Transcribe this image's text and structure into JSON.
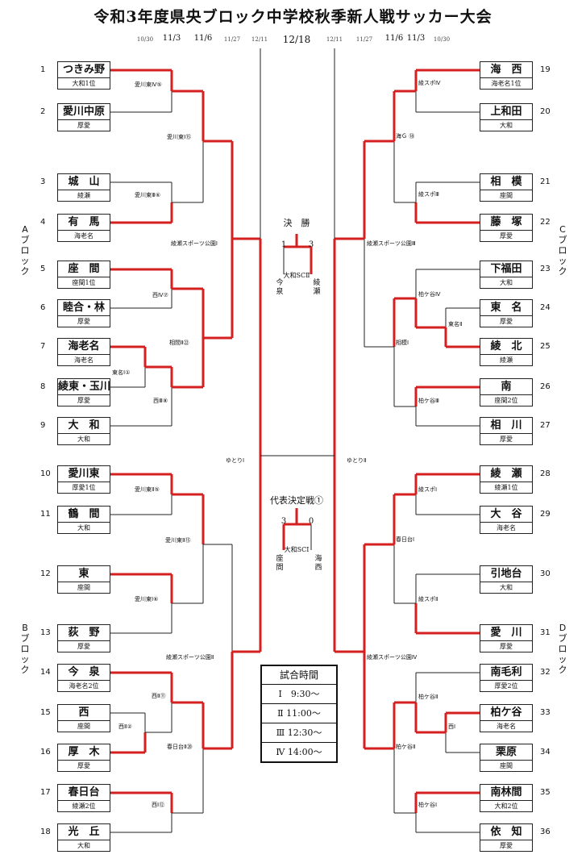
{
  "title": "令和3年度県央ブロック中学校秋季新人戦サッカー大会",
  "dates": {
    "left": [
      "10/30",
      "11/3",
      "11/6",
      "11/27",
      "12/11"
    ],
    "center": "12/18",
    "right": [
      "12/11",
      "11/27",
      "11/6",
      "11/3",
      "10/30"
    ]
  },
  "blocks": {
    "A": "Aブロック",
    "B": "Bブロック",
    "C": "Cブロック",
    "D": "Dブロック"
  },
  "left_teams": [
    {
      "num": "1",
      "name": "つきみ野",
      "sub": "大和1位"
    },
    {
      "num": "2",
      "name": "愛川中原",
      "sub": "厚愛"
    },
    {
      "num": "3",
      "name": "城　山",
      "sub": "綾瀬"
    },
    {
      "num": "4",
      "name": "有　馬",
      "sub": "海老名"
    },
    {
      "num": "5",
      "name": "座　間",
      "sub": "座間1位"
    },
    {
      "num": "6",
      "name": "睦合・林",
      "sub": "厚愛"
    },
    {
      "num": "7",
      "name": "海老名",
      "sub": "海老名"
    },
    {
      "num": "8",
      "name": "綾東・玉川",
      "sub": "厚愛"
    },
    {
      "num": "9",
      "name": "大　和",
      "sub": "大和"
    },
    {
      "num": "10",
      "name": "愛川東",
      "sub": "厚愛1位"
    },
    {
      "num": "11",
      "name": "鶴　間",
      "sub": "大和"
    },
    {
      "num": "12",
      "name": "東",
      "sub": "座間"
    },
    {
      "num": "13",
      "name": "荻　野",
      "sub": "厚愛"
    },
    {
      "num": "14",
      "name": "今　泉",
      "sub": "海老名2位"
    },
    {
      "num": "15",
      "name": "西",
      "sub": "座間"
    },
    {
      "num": "16",
      "name": "厚　木",
      "sub": "厚愛"
    },
    {
      "num": "17",
      "name": "春日台",
      "sub": "綾瀬2位"
    },
    {
      "num": "18",
      "name": "光　丘",
      "sub": "大和"
    }
  ],
  "right_teams": [
    {
      "num": "19",
      "name": "海　西",
      "sub": "海老名1位"
    },
    {
      "num": "20",
      "name": "上和田",
      "sub": "大和"
    },
    {
      "num": "21",
      "name": "相　模",
      "sub": "座間"
    },
    {
      "num": "22",
      "name": "藤　塚",
      "sub": "厚愛"
    },
    {
      "num": "23",
      "name": "下福田",
      "sub": "大和"
    },
    {
      "num": "24",
      "name": "東　名",
      "sub": "厚愛"
    },
    {
      "num": "25",
      "name": "綾　北",
      "sub": "綾瀬"
    },
    {
      "num": "26",
      "name": "南",
      "sub": "座間2位"
    },
    {
      "num": "27",
      "name": "相　川",
      "sub": "厚愛"
    },
    {
      "num": "28",
      "name": "綾　瀬",
      "sub": "綾瀬1位"
    },
    {
      "num": "29",
      "name": "大　谷",
      "sub": "海老名"
    },
    {
      "num": "30",
      "name": "引地台",
      "sub": "大和"
    },
    {
      "num": "31",
      "name": "愛　川",
      "sub": "厚愛"
    },
    {
      "num": "32",
      "name": "南毛利",
      "sub": "厚愛2位"
    },
    {
      "num": "33",
      "name": "柏ケ谷",
      "sub": "海老名"
    },
    {
      "num": "34",
      "name": "栗原",
      "sub": "座間"
    },
    {
      "num": "35",
      "name": "南林間",
      "sub": "大和2位"
    },
    {
      "num": "36",
      "name": "依　知",
      "sub": "厚愛"
    }
  ],
  "match_labels": {
    "L_r1_1": "愛川東Ⅳ⑤",
    "L_r2_1": "愛川東Ⅰ⑮",
    "L_r1_2": "愛川東Ⅲ⑥",
    "L_r3_1": "綾瀬スポーツ公園Ⅰ",
    "L_r1_3": "西Ⅳ⑦",
    "L_r0_1": "東名Ⅰ①",
    "L_r1_4": "西Ⅲ⑧",
    "L_r2_2": "相間Ⅱ㉒",
    "L_semi_1": "ゆとりⅠ",
    "L_r1_5": "愛川東Ⅱ⑤",
    "L_r2_3": "愛川東Ⅱ⑮",
    "L_r1_6": "愛川東Ⅰ⑥",
    "L_r3_2": "綾瀬スポーツ公園Ⅱ",
    "L_r1_7": "西Ⅱ⑪",
    "L_r0_2": "西Ⅱ②",
    "L_r2_4": "春日台Ⅱ⑳",
    "L_r1_8": "西Ⅰ⑫",
    "R_r1_1": "綾スポⅣ",
    "R_r2_1": "海Ｇ ⑱",
    "R_r1_2": "綾スポⅢ",
    "R_r3_1": "綾瀬スポーツ公園Ⅲ",
    "R_r1_3": "柏ケ谷Ⅳ",
    "R_r0_1": "東名Ⅱ",
    "R_r2_2": "相模Ⅰ",
    "R_r1_4": "柏ケ谷Ⅲ",
    "R_semi_1": "ゆとりⅡ",
    "R_r1_5": "綾スポⅠ",
    "R_r2_3": "春日台Ⅰ",
    "R_r1_6": "綾スポⅡ",
    "R_r3_2": "綾瀬スポーツ公園Ⅳ",
    "R_r1_7": "柏ケ谷Ⅱ",
    "R_r0_2": "西Ⅰ",
    "R_r2_4": "柏ケ谷Ⅱ",
    "R_r1_8": "柏ケ谷Ⅰ"
  },
  "final": {
    "title": "決　勝",
    "score_left": "1",
    "score_right": "3",
    "venue": "大和SCⅡ",
    "team_left": "今泉",
    "team_right": "綾瀬"
  },
  "rep": {
    "title": "代表決定戦①",
    "score_left": "3",
    "score_right": "0",
    "venue": "大和SCⅠ",
    "team_left": "座間",
    "team_right": "海西"
  },
  "schedule": {
    "title": "試合時間",
    "rows": [
      "Ⅰ　9:30～",
      "Ⅱ 11:00～",
      "Ⅲ 12:30～",
      "Ⅳ 14:00～"
    ]
  },
  "colors": {
    "winner": "#d61f1f",
    "line": "#222222"
  }
}
